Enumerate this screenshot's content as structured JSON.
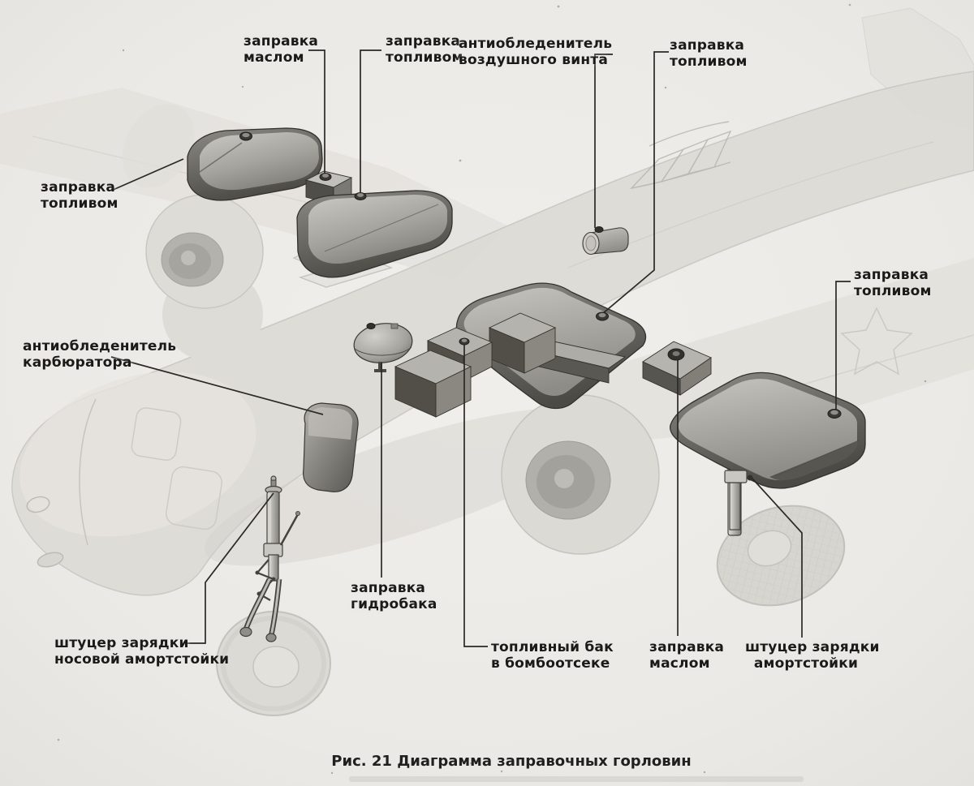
{
  "figure": {
    "caption": "Рис. 21 Диаграмма заправочных горловин"
  },
  "palette": {
    "ink": "#1b1a18",
    "paper": "#eceae7",
    "tank_dark": "#524f49",
    "tank_light": "#c7c5c0",
    "ghost_outline": "#c8c6c1"
  },
  "labels": [
    {
      "id": "oil-filler-top",
      "lines": [
        "заправка",
        "маслом"
      ]
    },
    {
      "id": "fuel-filler-top-left",
      "lines": [
        "заправка",
        "топливом"
      ]
    },
    {
      "id": "propeller-anti-icer",
      "lines": [
        "антиобледенитель",
        "воздушного винта"
      ]
    },
    {
      "id": "fuel-filler-top-right",
      "lines": [
        "заправка",
        "топливом"
      ]
    },
    {
      "id": "fuel-filler-left-wing",
      "lines": [
        "заправка",
        "топливом"
      ]
    },
    {
      "id": "carburetor-anti-icer",
      "lines": [
        "антиобледенитель",
        "карбюратора"
      ]
    },
    {
      "id": "hydraulic-tank-filler",
      "lines": [
        "заправка",
        "гидробака"
      ]
    },
    {
      "id": "bomb-bay-fuel-tank",
      "lines": [
        "топливный бак",
        "в бомбоотсеке"
      ]
    },
    {
      "id": "oil-filler-bottom",
      "lines": [
        "заправка",
        "маслом"
      ]
    },
    {
      "id": "main-strut-charging-valve",
      "lines": [
        "штуцер зарядки",
        "амортстойки"
      ]
    },
    {
      "id": "nose-strut-charging-valve",
      "lines": [
        "штуцер зарядки",
        "носовой амортстойки"
      ]
    },
    {
      "id": "fuel-filler-right-wing",
      "lines": [
        "заправка",
        "топливом"
      ]
    }
  ]
}
